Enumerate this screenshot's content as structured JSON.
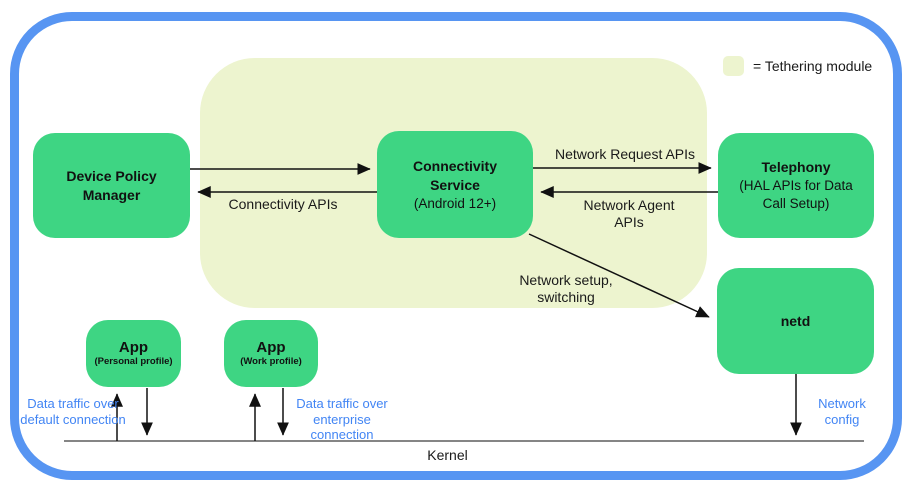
{
  "legend": {
    "label": "= Tethering module"
  },
  "boxes": {
    "device_policy_manager": {
      "title": "Device Policy Manager"
    },
    "connectivity_service": {
      "title": "Connectivity Service",
      "subtitle": "(Android 12+)"
    },
    "telephony": {
      "title": "Telephony",
      "subtitle": "(HAL APIs for Data Call Setup)"
    },
    "netd": {
      "title": "netd"
    },
    "app_personal": {
      "title": "App",
      "subtitle": "(Personal profile)"
    },
    "app_work": {
      "title": "App",
      "subtitle": "(Work profile)"
    }
  },
  "edge_labels": {
    "connectivity_apis": "Connectivity APIs",
    "network_request_apis": "Network Request APIs",
    "network_agent_apis": "Network Agent APIs",
    "network_setup_switching": "Network setup, switching",
    "data_traffic_default": "Data traffic over default connection",
    "data_traffic_enterprise": "Data traffic over enterprise connection",
    "network_config": "Network config",
    "kernel": "Kernel"
  },
  "colors": {
    "border_blue": "#5795f2",
    "module_bg": "#edf4cf",
    "box_green": "#3ed583",
    "blue_text": "#4285f4",
    "line_black": "#111111"
  }
}
